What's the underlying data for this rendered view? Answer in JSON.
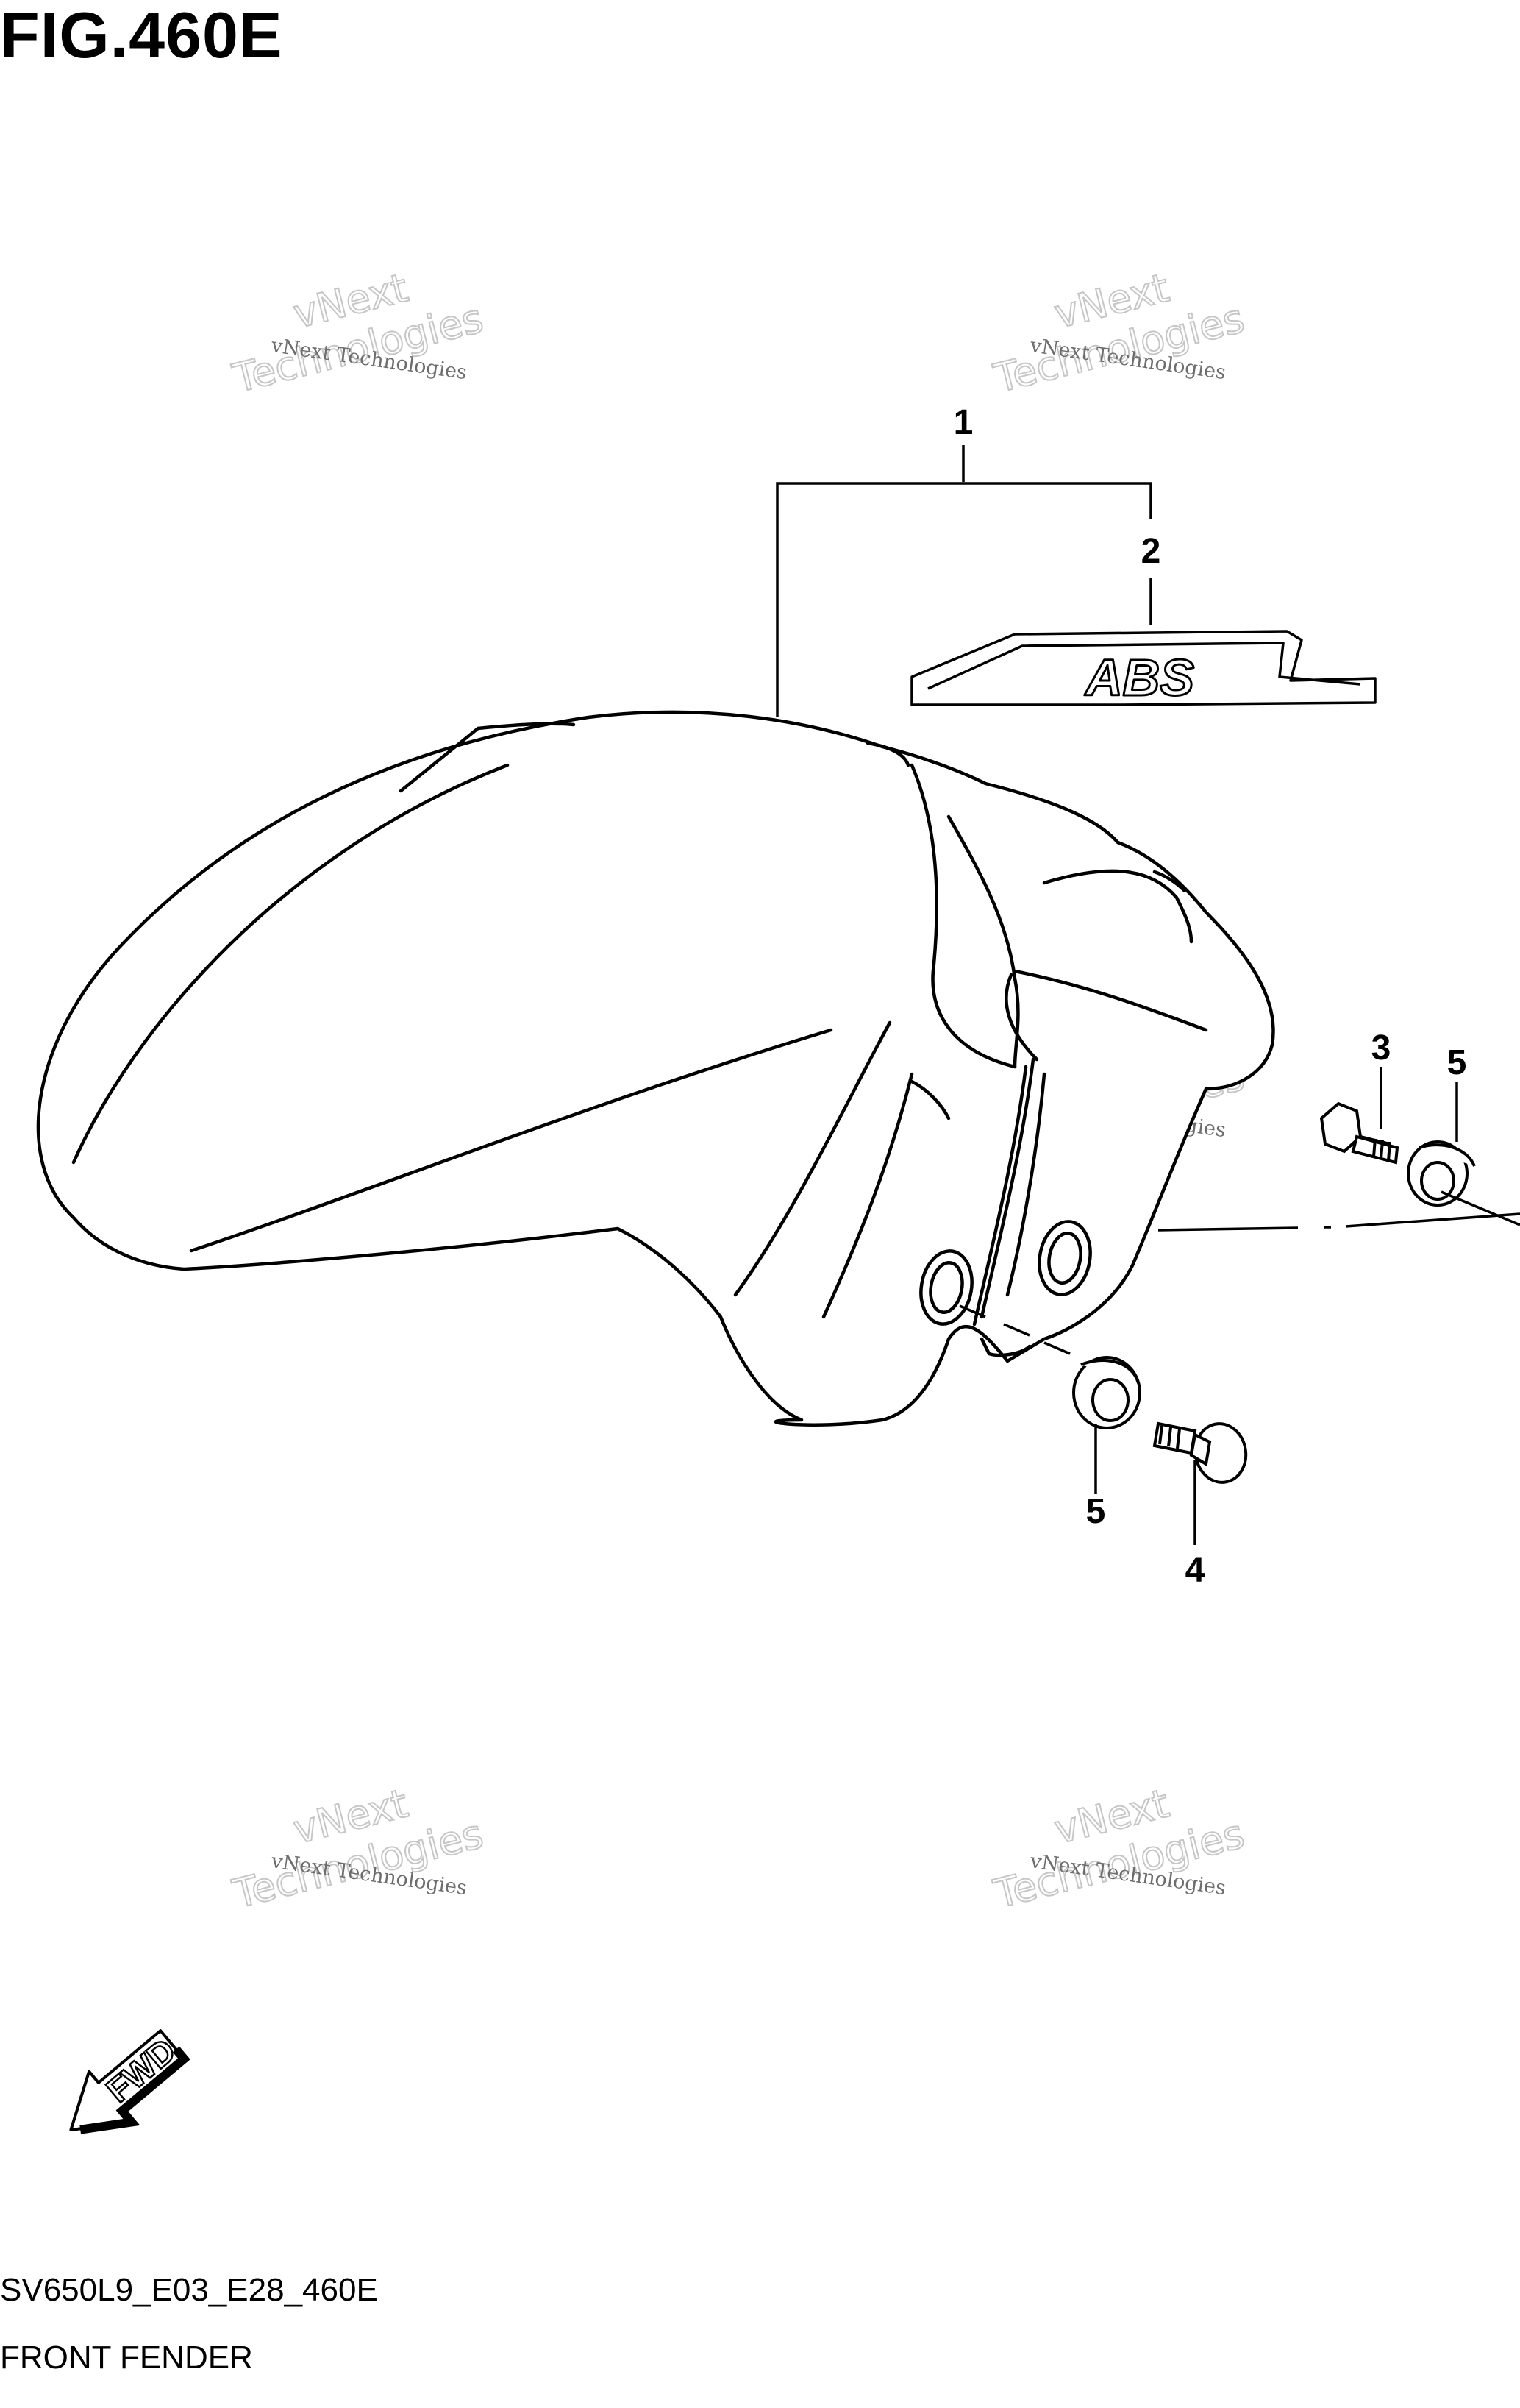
{
  "figure": {
    "title": "FIG.460E",
    "code": "SV650L9_E03_E28_460E",
    "name": "FRONT FENDER"
  },
  "callouts": [
    "1",
    "2",
    "3",
    "5",
    "5",
    "4"
  ],
  "decal": {
    "text": "ABS"
  },
  "fwd": {
    "label": "FWD"
  },
  "watermark": {
    "small": "vNext Technologies",
    "large_line1": "vNext",
    "large_line2": "Technologies"
  }
}
